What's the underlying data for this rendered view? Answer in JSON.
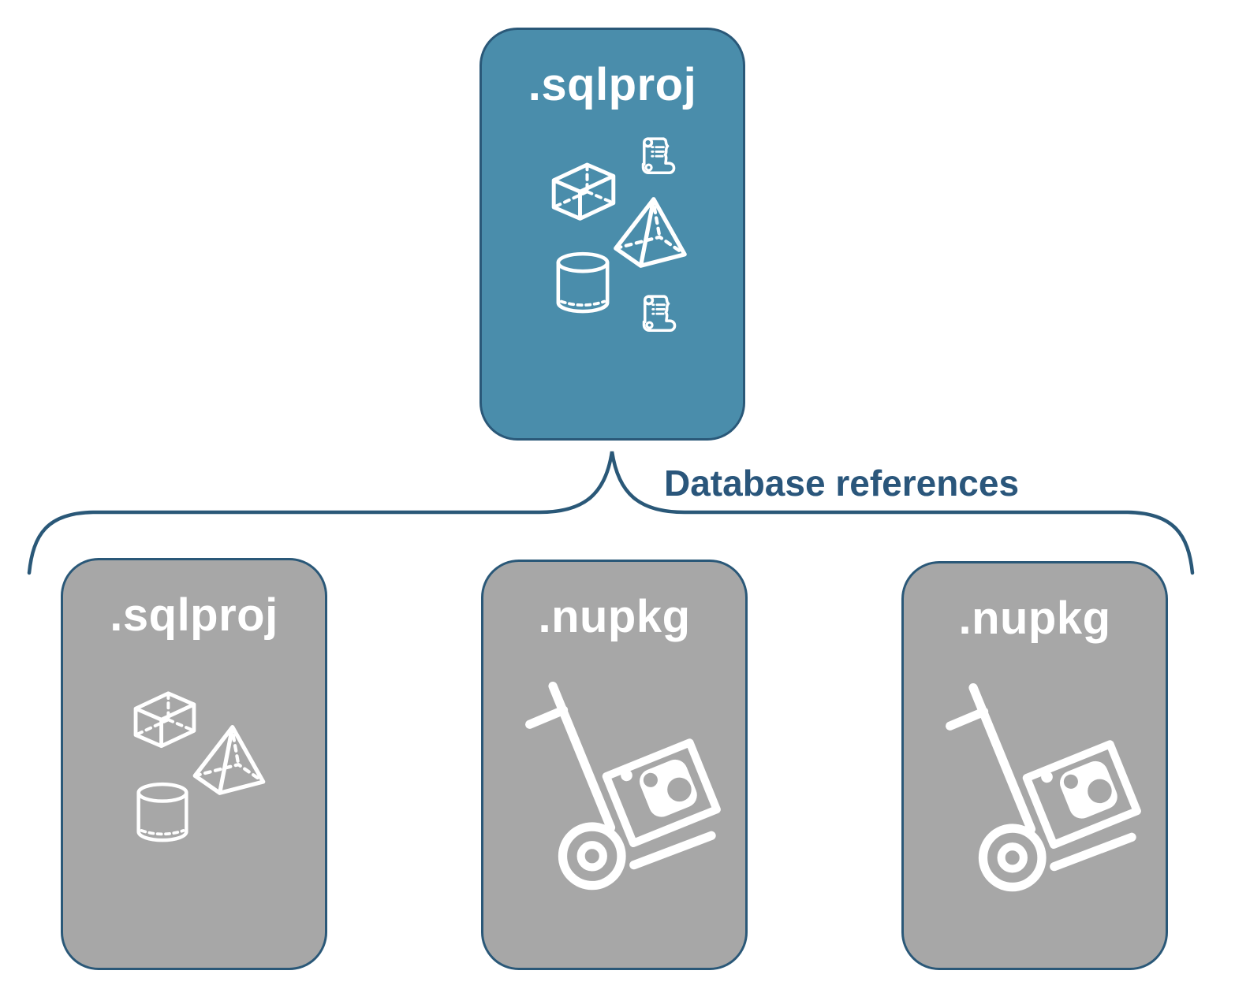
{
  "diagram": {
    "root_card": {
      "label": ".sqlproj",
      "icons": [
        "cube-icon",
        "script-scroll-icon",
        "pyramid-icon",
        "cylinder-icon",
        "script-scroll-icon"
      ]
    },
    "connector": {
      "label": "Database references",
      "shape": "curly-brace"
    },
    "child_cards": [
      {
        "label": ".sqlproj",
        "icons": [
          "cube-icon",
          "pyramid-icon",
          "cylinder-icon"
        ]
      },
      {
        "label": ".nupkg",
        "icons": [
          "nuget-hand-truck-icon"
        ]
      },
      {
        "label": ".nupkg",
        "icons": [
          "nuget-hand-truck-icon"
        ]
      }
    ]
  },
  "colors": {
    "accent-teal": "#4a8dab",
    "card-gray": "#a7a7a7",
    "stroke-blue": "#2a5878",
    "label-blue": "#2a567b",
    "icon-white": "#ffffff",
    "page-bg": "#ffffff"
  }
}
